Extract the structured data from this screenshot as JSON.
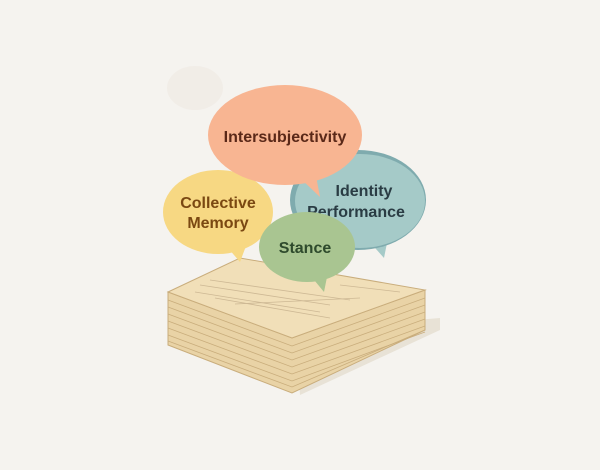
{
  "bubbles": {
    "intersubjectivity": {
      "label": "Intersubjectivity",
      "fill": "#f8b592",
      "text_color": "#5a2818"
    },
    "collective_memory": {
      "line1": "Collective",
      "line2": "Memory",
      "fill": "#f7d883",
      "text_color": "#7a4812"
    },
    "identity_performance": {
      "line1": "Identity",
      "line2": "Performance",
      "fill": "#a5cac8",
      "text_color": "#2a3c44"
    },
    "stance": {
      "label": "Stance",
      "fill": "#a9c591",
      "text_color": "#2e4a2c"
    }
  },
  "paper_color": "#f1dfb8"
}
